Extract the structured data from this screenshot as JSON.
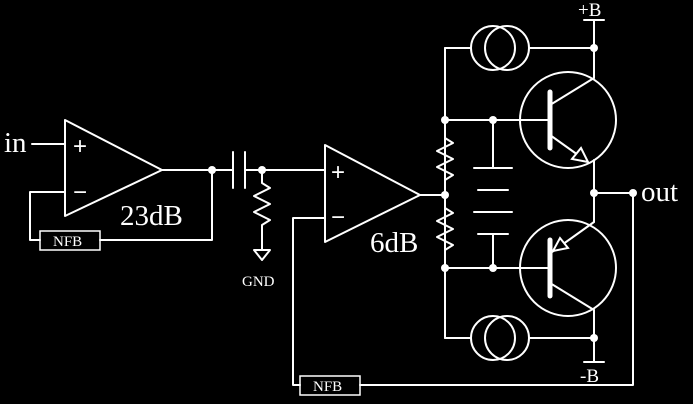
{
  "labels": {
    "input": "in",
    "output": "out",
    "stage1_gain": "23dB",
    "stage2_gain": "6dB",
    "ground": "GND",
    "feedback1": "NFB",
    "feedback2": "NFB",
    "supply_pos": "+B",
    "supply_neg": "-B",
    "opamp_plus": "+",
    "opamp_minus": "−"
  },
  "colors": {
    "background": "#000000",
    "wire": "#ffffff"
  }
}
